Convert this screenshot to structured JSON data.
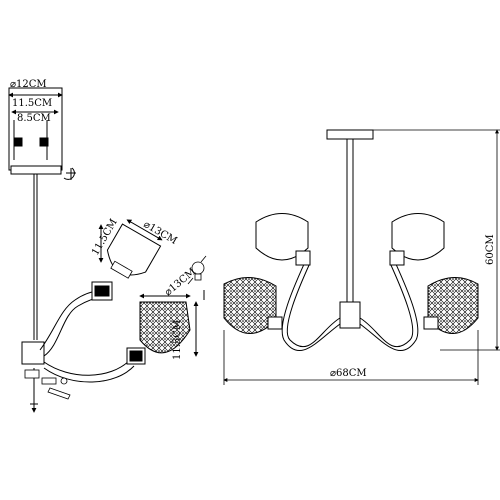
{
  "labels": {
    "canopy_diameter": "⌀12CM",
    "canopy_outer": "11.5CM",
    "canopy_inner": "8.5CM",
    "shade_small_height": "11.5CM",
    "shade_small_diameter": "⌀13CM",
    "shade_crystal_diameter": "⌀13CM",
    "shade_crystal_height": "11.5CM",
    "overall_width": "⌀68CM",
    "overall_height": "60CM"
  },
  "colors": {
    "line": "#000000",
    "background": "#ffffff"
  },
  "icons": [
    "bulb-icon",
    "screwdriver-icon",
    "screw-icon",
    "wire-connector-icon"
  ]
}
